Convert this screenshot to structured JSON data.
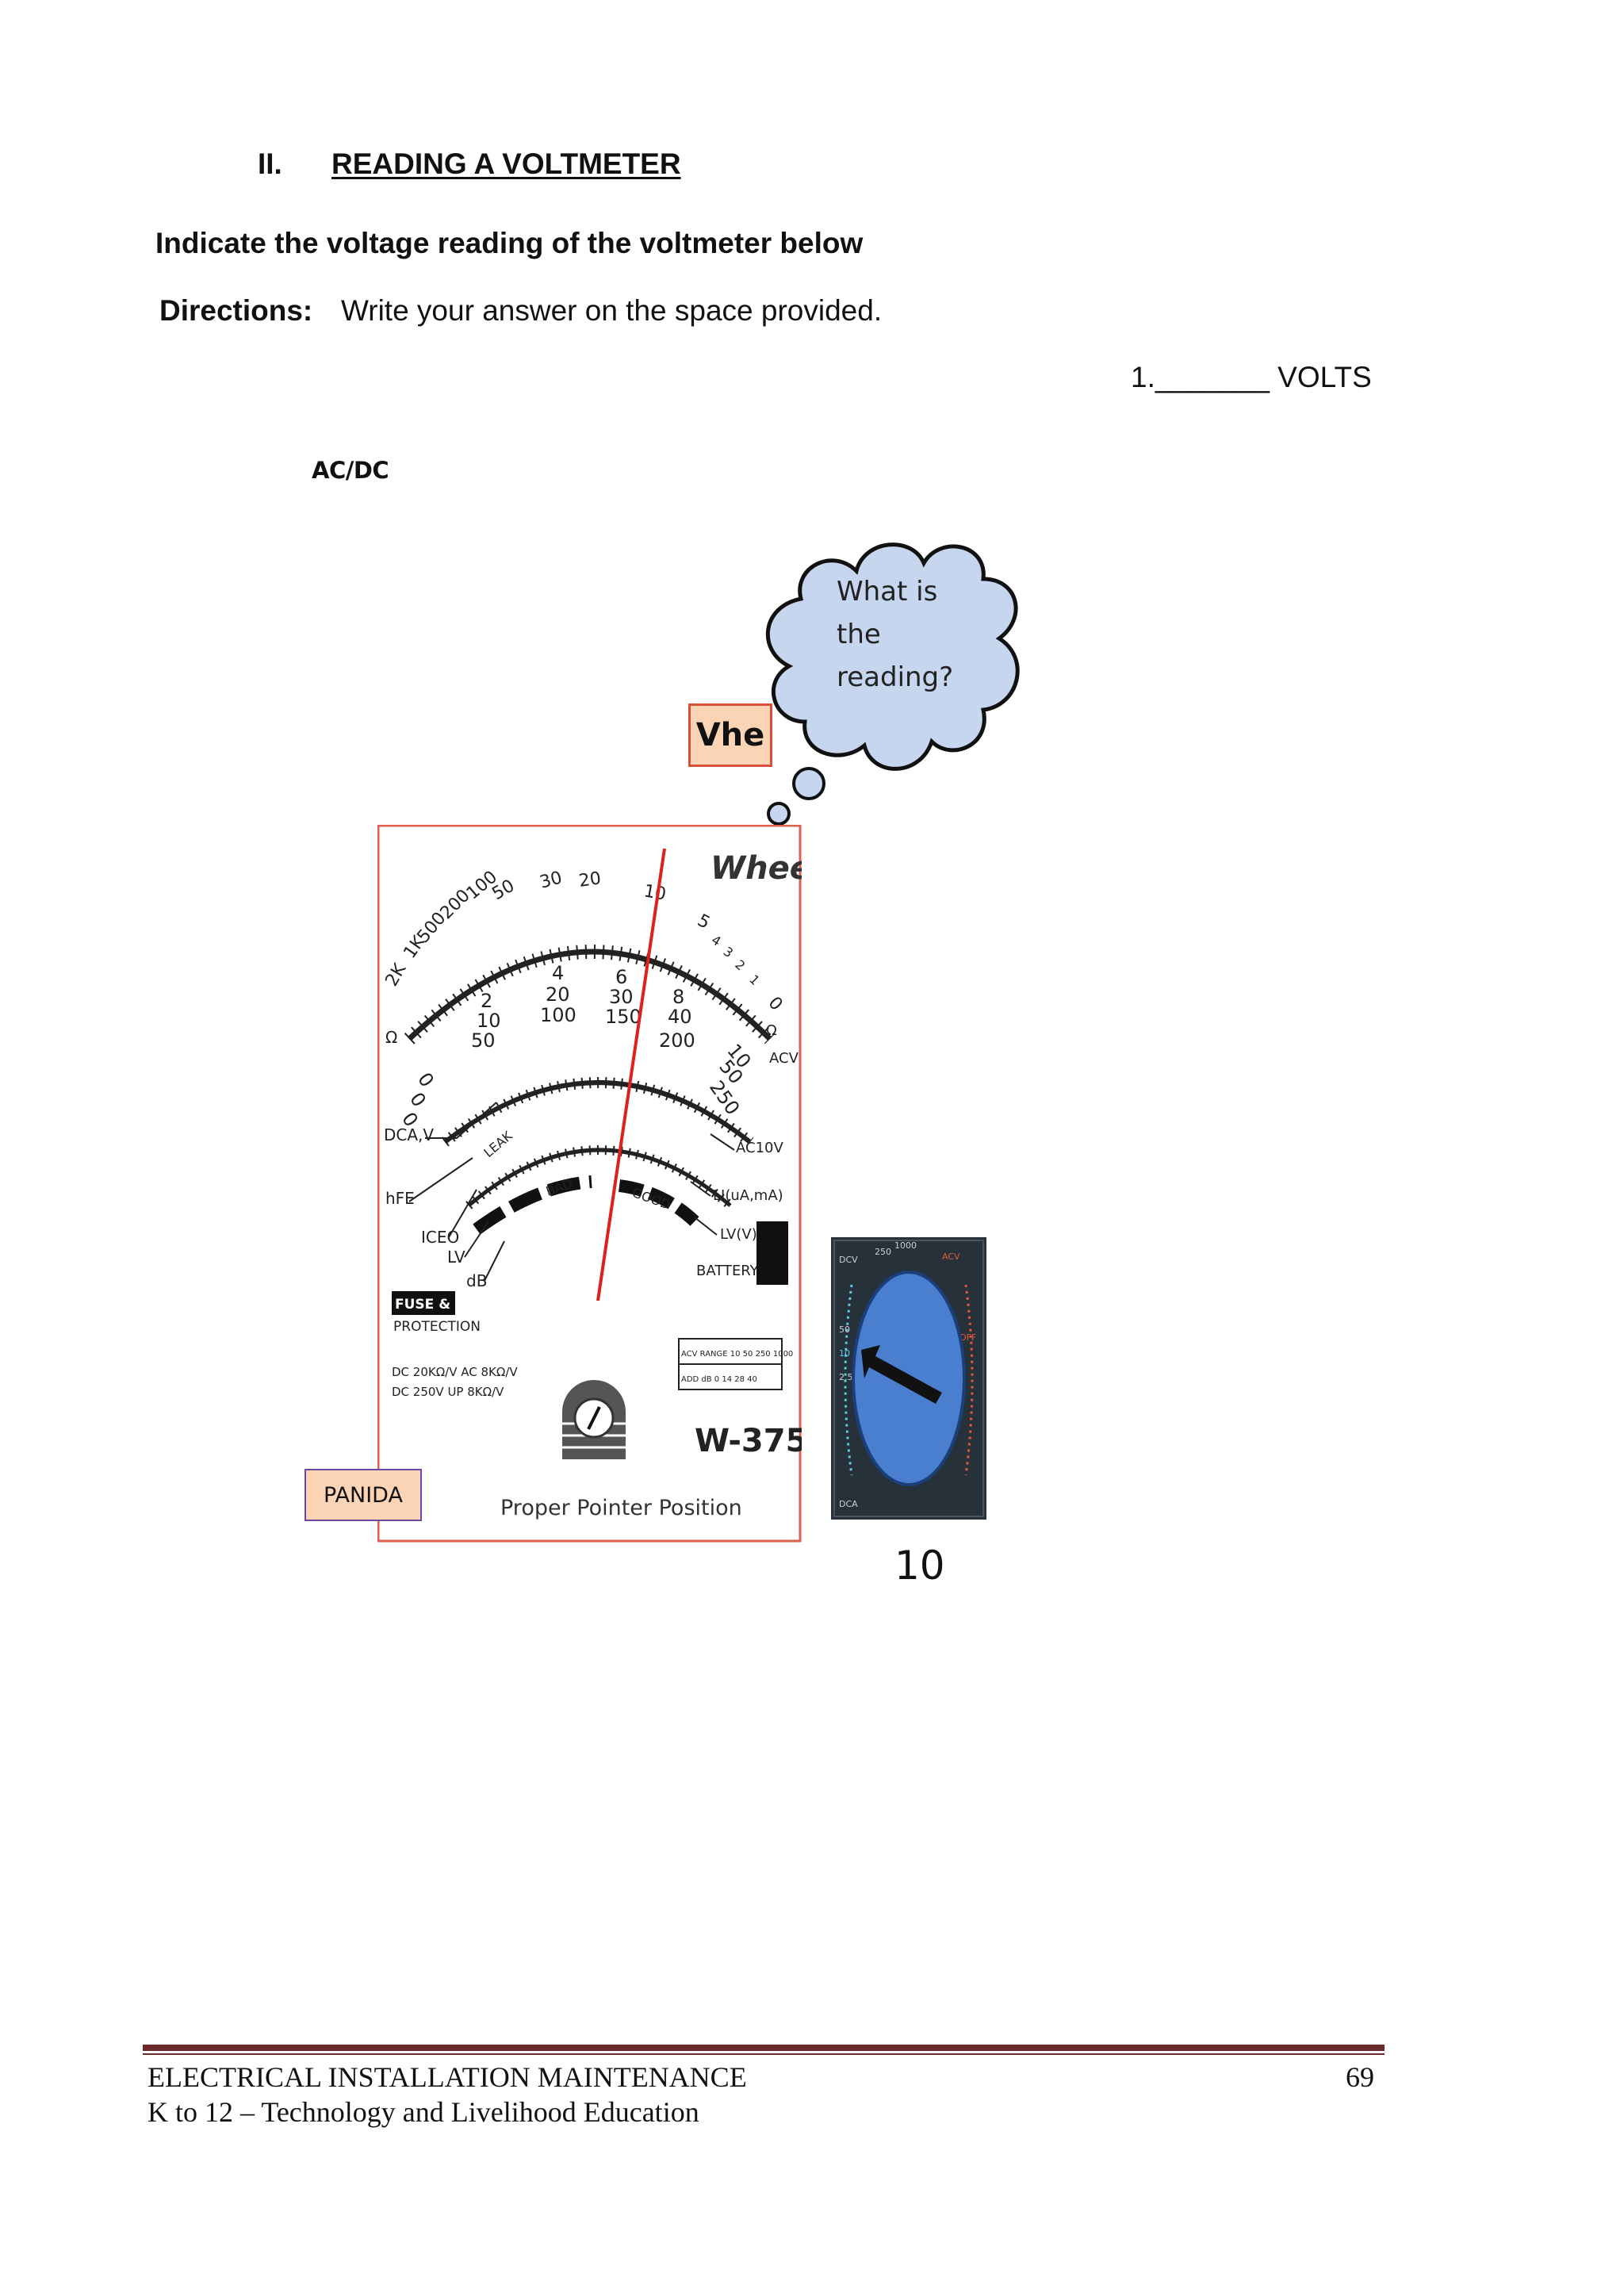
{
  "section": {
    "number": "II.",
    "title": "READING A VOLTMETER"
  },
  "instruction": "Indicate the voltage reading of the voltmeter below",
  "directions": {
    "label": "Directions:",
    "text": "Write your answer on the space provided."
  },
  "question": {
    "item": "1._______ VOLTS"
  },
  "labels": {
    "acdc": "AC/DC",
    "vhe": "Vhe",
    "panida": "PANIDA"
  },
  "thought_bubble": {
    "line1": "What is",
    "line2": "the",
    "line3": "reading?"
  },
  "meter": {
    "brand": "Wheeler",
    "model": "W-375",
    "pointer_caption": "Proper Pointer Position",
    "outer_scale": [
      "2K",
      "1K",
      "500",
      "200",
      "100",
      "50",
      "30",
      "20",
      "10",
      "5",
      "4",
      "3",
      "2",
      "1",
      "0"
    ],
    "dcv_scale_a": [
      "0",
      "2",
      "4",
      "6",
      "8",
      "10"
    ],
    "dcv_scale_b": [
      "0",
      "10",
      "20",
      "30",
      "40",
      "50"
    ],
    "dcv_scale_c": [
      "0",
      "50",
      "100",
      "150",
      "200",
      "250"
    ],
    "left_labels": [
      "Ω",
      "DCA,V",
      "hFE",
      "ICEO",
      "LV",
      "dB"
    ],
    "right_labels": [
      "Ω",
      "ACV",
      "AC10V",
      "LI(uA,mA)",
      "LV(V)",
      "BATTERY"
    ],
    "arc_labels": [
      "LEAK",
      "BAD",
      "GOOD"
    ],
    "protection": [
      "FUSE & DIODE",
      "PROTECTION"
    ],
    "specs": [
      "DC 20KΩ/V  AC 8KΩ/V",
      "DC 250V  UP  8KΩ/V"
    ],
    "acv_range_table": [
      "ACV RANGE 10 50 250 1000",
      "ADD dB 0 14 28 40"
    ]
  },
  "dial": {
    "value_label": "10",
    "labels": [
      "DCV",
      "250",
      "1000",
      "ACV",
      "OFF",
      "DCA",
      "50",
      "10",
      "2.5"
    ]
  },
  "footer": {
    "title": "ELECTRICAL INSTALLATION MAINTENANCE",
    "subtitle": "K to 12 – Technology and Livelihood Education",
    "page": "69"
  },
  "colors": {
    "bubble_fill": "#c5d6ee",
    "label_fill": "#fbd4b6",
    "pointer": "#e0201a",
    "dial_knob": "#4a7fd0",
    "footer_rule": "#6b2a2a"
  }
}
